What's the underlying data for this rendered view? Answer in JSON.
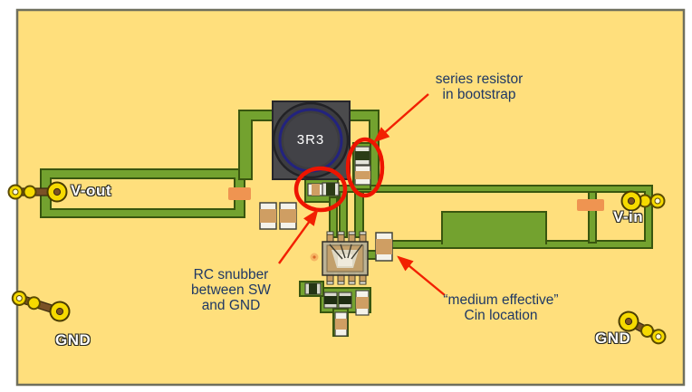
{
  "title": "annotated buck converter PCB layout",
  "labels": {
    "vout": "V-out",
    "vin": "V-in",
    "gnd_left": "GND",
    "gnd_right": "GND"
  },
  "inductor": {
    "value": "3R3"
  },
  "annotations": {
    "bootstrap": {
      "lines": [
        "series resistor",
        "in bootstrap"
      ]
    },
    "snubber": {
      "lines": [
        "RC snubber",
        "between SW",
        "and GND"
      ]
    },
    "cin": {
      "lines": [
        "“medium effective”",
        "Cin location"
      ]
    }
  },
  "colors": {
    "board_yellow": "#ffdf7c",
    "board_edge": "#6f6f5d",
    "trace_green": "#73a22f",
    "trace_outline": "#39560f",
    "component_tan": "#cf9e63",
    "component_dark": "#2c3c16",
    "component_orange": "#ef9451",
    "inductor_body": "#3c3c40",
    "inductor_ring_blue": "#23237e",
    "pin_yellow": "#f6da00",
    "pin_shaft_brown": "#7a5226",
    "annotation_red": "#ee1400",
    "annotation_text_navy": "#1f3864",
    "silkscreen_white": "#ffffff"
  }
}
